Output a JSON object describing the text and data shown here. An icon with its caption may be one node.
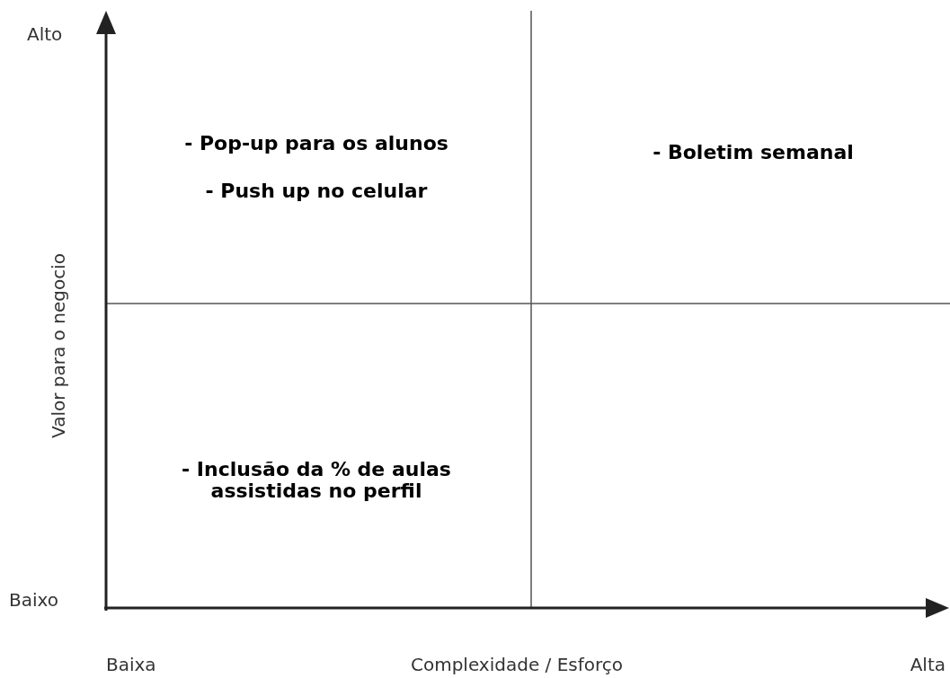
{
  "diagram": {
    "labels": [
      "Alto",
      "- Pop-up para os alunos",
      "- Boletim semanal",
      "- Push up no celular",
      "Valor para o negocio",
      "- Inclusão da % de aulas assistidas no perfil",
      "Baixo",
      "Baixa",
      "Complexidade / Esforço",
      "Alta"
    ]
  }
}
